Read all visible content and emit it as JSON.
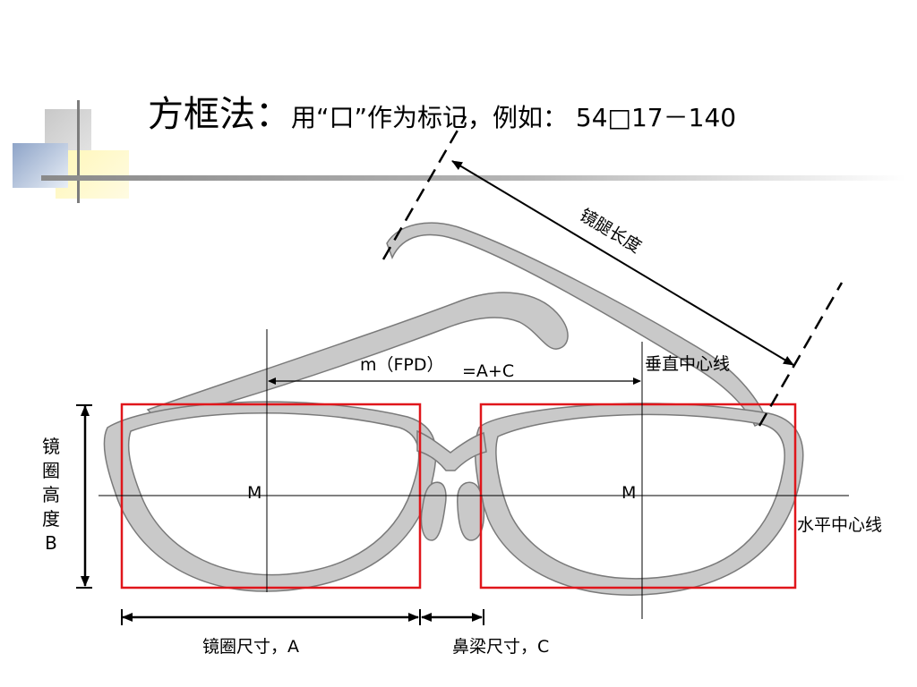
{
  "title": {
    "main": "方框法：",
    "sub": "用“口”作为标记，例如： 54□17－140"
  },
  "labels": {
    "temple_length": "镜腿长度",
    "fpd": "m（FPD）",
    "fpd_formula": "=A+C",
    "vertical_center_line": "垂直中心线",
    "horizontal_center_line": "水平中心线",
    "center_left": "M",
    "center_right": "M",
    "lens_size": "镜圈尺寸，A",
    "bridge_size": "鼻梁尺寸，C",
    "lens_height": [
      "镜",
      "圈",
      "高",
      "度",
      "B"
    ]
  },
  "colors": {
    "frame_fill": "#c9c9c9",
    "frame_stroke": "#7a7a7a",
    "box_stroke": "#e0161b"
  }
}
